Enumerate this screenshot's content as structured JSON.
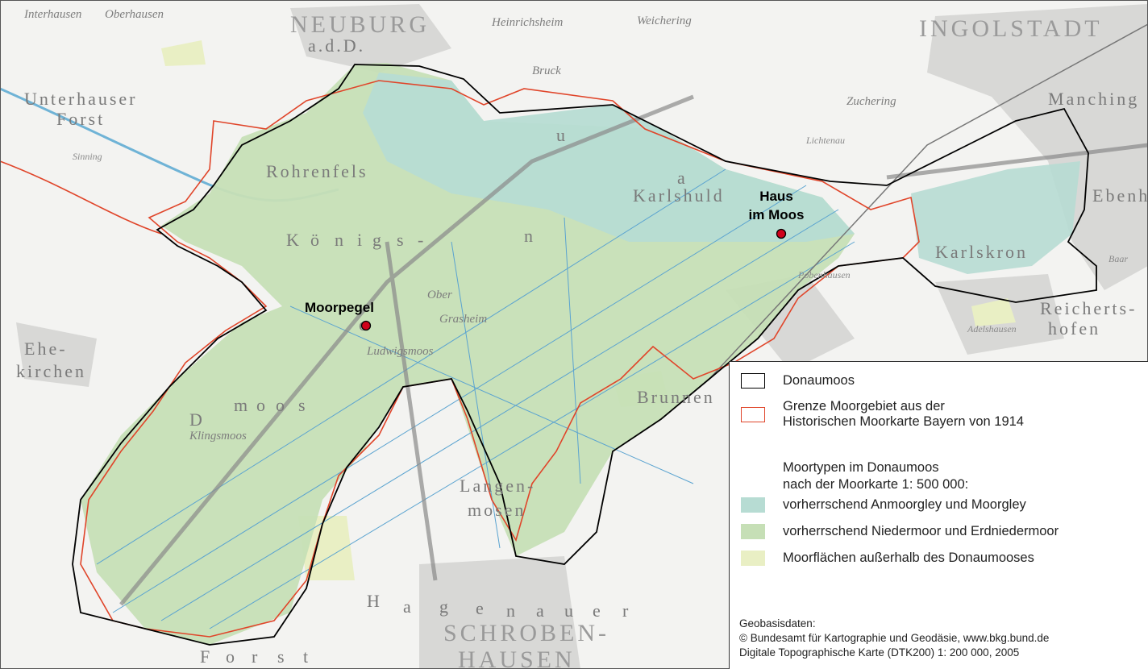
{
  "map": {
    "places_large": [
      "NEUBURG",
      "a.d.D.",
      "INGOLSTADT",
      "SCHROBEN-",
      "HAUSEN"
    ],
    "places": [
      "Oberhausen",
      "Interhausen",
      "Weichering",
      "Heinrichsheim",
      "Unterhauser",
      "Forst",
      "Bruck",
      "Zuchering",
      "Manching",
      "Rohrenfels",
      "Karlshuld",
      "Karlskron",
      "Reicherts-",
      "hofen",
      "Ehe-",
      "kirchen",
      "Langen-",
      "mosen",
      "Ober",
      "Grasheim",
      "Lichtenau",
      "Sinning",
      "Ebenhausen",
      "Pobenhausen",
      "Baar",
      "Adelshausen",
      "Brunnen",
      "Klingsmoos",
      "Ludwigsmoos"
    ],
    "landscape_letters": [
      "K",
      "ö",
      "n",
      "i",
      "g",
      "s",
      "-",
      "D",
      "o",
      "n",
      "a",
      "u",
      "m",
      "o",
      "o",
      "s",
      "H",
      "a",
      "g",
      "e",
      "n",
      "a",
      "u",
      "e",
      "r",
      "F",
      "o",
      "r",
      "s",
      "t"
    ],
    "markers": [
      {
        "label_line1": "Haus",
        "label_line2": "im Moos"
      },
      {
        "label_line1": "Moorpegel",
        "label_line2": ""
      }
    ]
  },
  "legend": {
    "donaumoos": "Donaumoos",
    "grenze_line1": "Grenze Moorgebiet aus der",
    "grenze_line2": "Historischen Moorkarte Bayern von 1914",
    "moortypen_line1": "Moortypen im Donaumoos",
    "moortypen_line2": "nach der Moorkarte 1: 500 000:",
    "anmoorgley": "vorherrschend Anmoorgley und Moorgley",
    "niedermoor": "vorherrschend Niedermoor und Erdniedermoor",
    "ausserhalb": "Moorflächen außerhalb des Donaumooses",
    "credit1": "Geobasisdaten:",
    "credit2": "© Bundesamt für Kartographie und Geodäsie, www.bkg.bund.de",
    "credit3": "Digitale Topographische Karte (DTK200) 1: 200 000, 2005"
  },
  "colors": {
    "anmoorgley": "#b7dcd3",
    "niedermoor": "#c6dfb6",
    "ausserhalb": "#e9efc4",
    "donaumoos_outline": "#000000",
    "grenze_1914": "#e0452a",
    "marker": "#d0021b"
  }
}
